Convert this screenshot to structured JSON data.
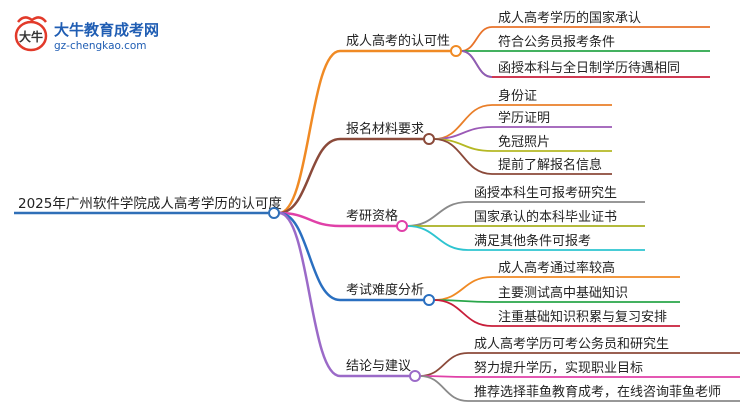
{
  "logo": {
    "title": "大牛教育成考网",
    "url": "gz-chengkao.com",
    "mark_text": "大牛"
  },
  "root": {
    "label": "2025年广州软件学院成人高考学历的认可度",
    "color": "#2f6fb7"
  },
  "branches": [
    {
      "label": "成人高考的认可性",
      "color": "#f08a24",
      "children": [
        {
          "label": "成人高考学历的国家承认",
          "color": "#e8732a"
        },
        {
          "label": "符合公务员报考条件",
          "color": "#2aa64a"
        },
        {
          "label": "函授本科与全日制学历待遇相同",
          "color": "#c81e3a"
        },
        {
          "label": "",
          "color": "#8a5fb8"
        }
      ]
    },
    {
      "label": "报名材料要求",
      "color": "#8b4a3a",
      "children": [
        {
          "label": "身份证",
          "color": "#e97f2a"
        },
        {
          "label": "学历证明",
          "color": "#9b59b6"
        },
        {
          "label": "免冠照片",
          "color": "#b5b824"
        },
        {
          "label": "提前了解报名信息",
          "color": "#8b4a3a"
        }
      ]
    },
    {
      "label": "考研资格",
      "color": "#e040a8",
      "children": [
        {
          "label": "函授本科生可报考研究生",
          "color": "#8a8a8a"
        },
        {
          "label": "国家承认的本科毕业证书",
          "color": "#a8b020"
        },
        {
          "label": "满足其他条件可报考",
          "color": "#2ec4d0"
        }
      ]
    },
    {
      "label": "考试难度分析",
      "color": "#2a6fc0",
      "children": [
        {
          "label": "成人高考通过率较高",
          "color": "#f08a24"
        },
        {
          "label": "主要测试高中基础知识",
          "color": "#2aa64a"
        },
        {
          "label": "注重基础知识积累与复习安排",
          "color": "#c81e3a"
        }
      ]
    },
    {
      "label": "结论与建议",
      "color": "#9b6ac8",
      "children": [
        {
          "label": "成人高考学历可考公务员和研究生",
          "color": "#8b4a3a"
        },
        {
          "label": "努力提升学历，实现职业目标",
          "color": "#e040a8"
        },
        {
          "label": "推荐选择菲鱼教育成考，在线咨询菲鱼老师",
          "color": "#8a8a8a"
        }
      ]
    }
  ]
}
